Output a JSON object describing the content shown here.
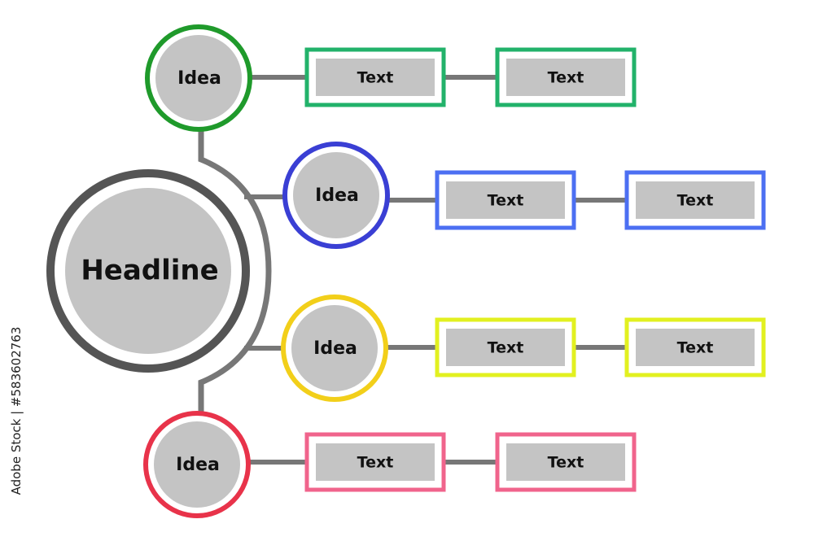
{
  "headline": {
    "label": "Headline",
    "ring_color": "#555555"
  },
  "connector_color": "#777777",
  "fill_color": "#c4c4c4",
  "ideas": [
    {
      "label": "Idea",
      "color": "#1f9a2b",
      "boxes": [
        "Text",
        "Text"
      ]
    },
    {
      "label": "Idea",
      "color": "#3a3fd4",
      "boxes": [
        "Text",
        "Text"
      ]
    },
    {
      "label": "Idea",
      "color": "#f2cf1a",
      "boxes": [
        "Text",
        "Text"
      ]
    },
    {
      "label": "Idea",
      "color": "#e8334a",
      "boxes": [
        "Text",
        "Text"
      ]
    }
  ],
  "box_colors": [
    "#22b26a",
    "#4c6ff2",
    "#e2f020",
    "#f0648c"
  ],
  "side_id": "Adobe Stock | #583602763"
}
